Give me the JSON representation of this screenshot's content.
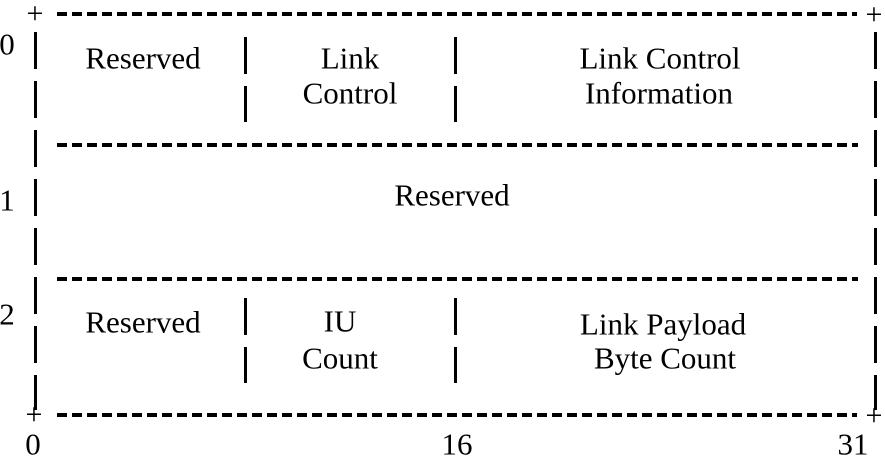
{
  "diagram": {
    "corner_glyph": "+",
    "rows": [
      {
        "label": "0",
        "cells": [
          {
            "lines": [
              "Reserved"
            ]
          },
          {
            "lines": [
              "Link",
              "Control"
            ]
          },
          {
            "lines": [
              "Link Control",
              "Information"
            ]
          }
        ]
      },
      {
        "label": "1",
        "cells": [
          {
            "lines": [
              "Reserved"
            ]
          }
        ]
      },
      {
        "label": "2",
        "cells": [
          {
            "lines": [
              "Reserved"
            ]
          },
          {
            "lines": [
              "IU",
              "Count"
            ]
          },
          {
            "lines": [
              "Link Payload",
              "Byte Count"
            ]
          }
        ]
      }
    ],
    "bit_labels": [
      "0",
      "16",
      "31"
    ],
    "colors": {
      "ink": "#000000",
      "background": "#ffffff"
    }
  }
}
